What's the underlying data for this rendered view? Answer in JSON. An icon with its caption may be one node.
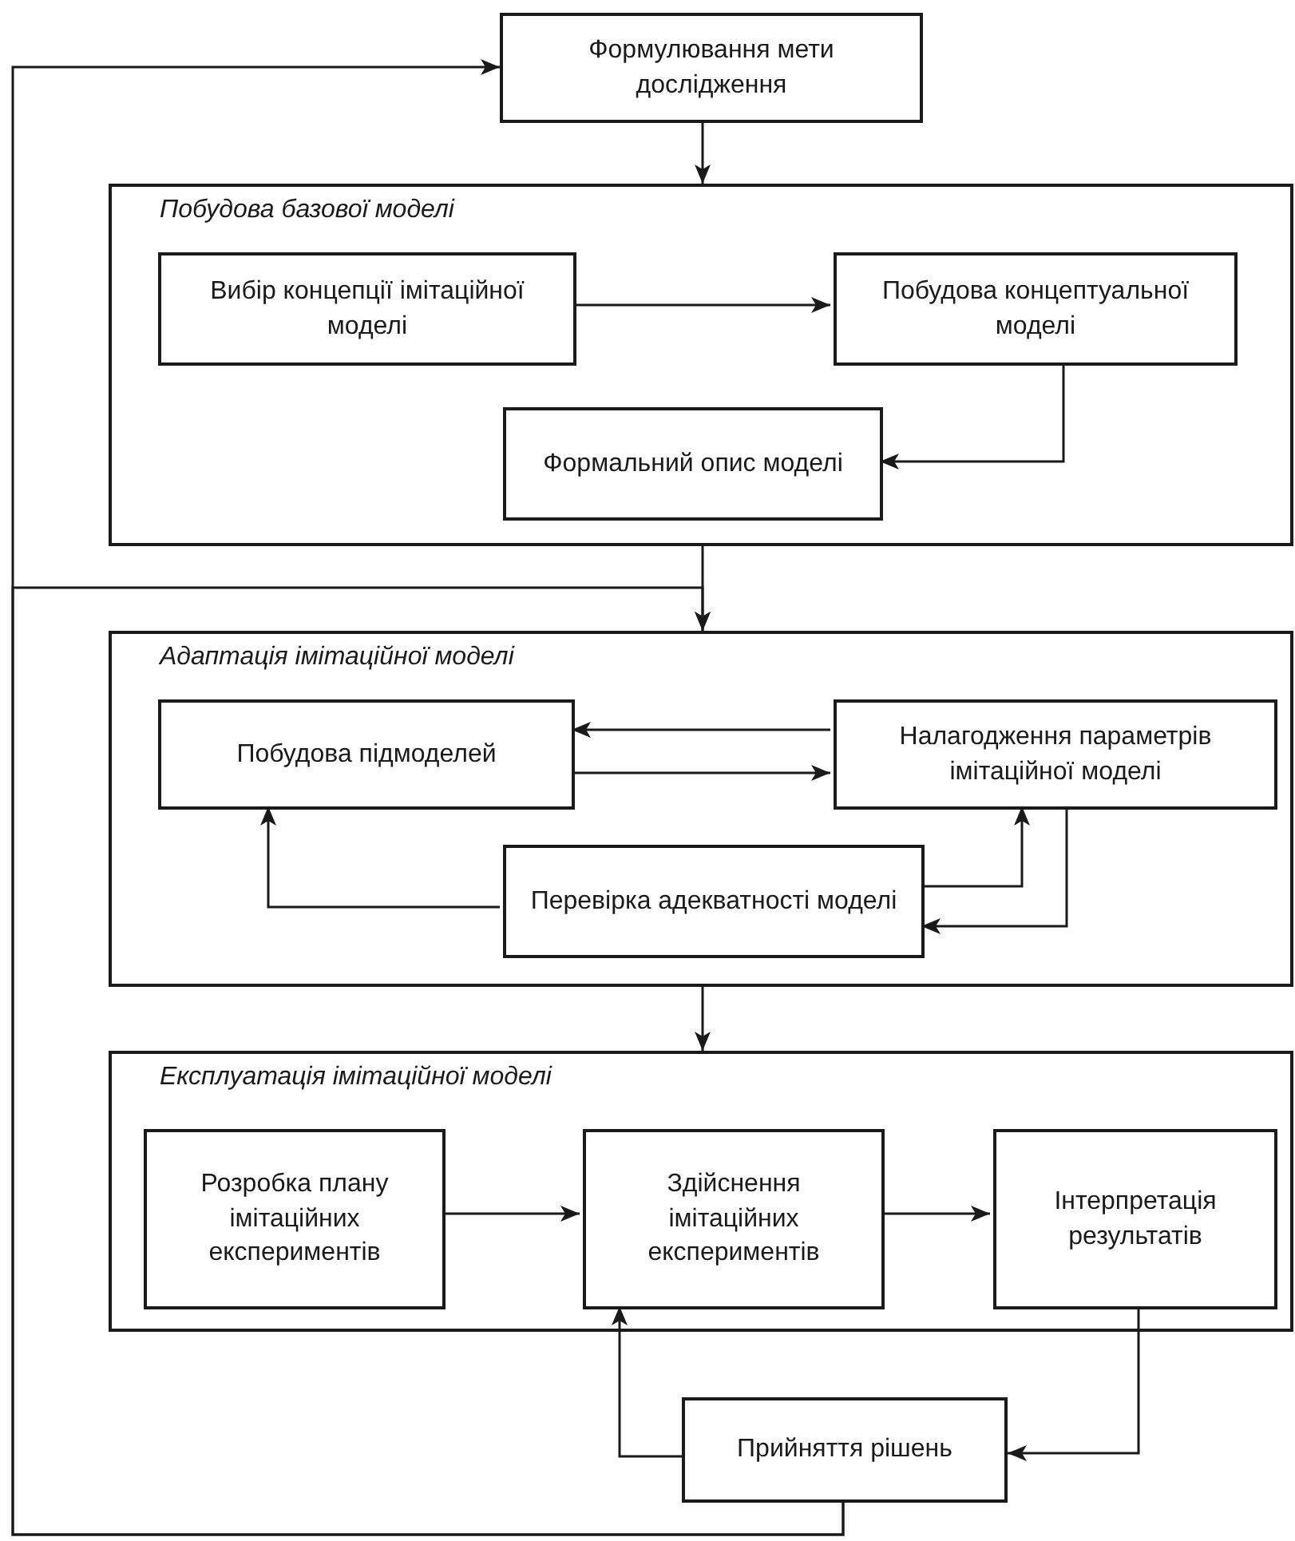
{
  "diagram": {
    "nodes": [
      {
        "text": [
          "Формулювання мети дослідження"
        ]
      },
      {
        "text": [
          "Побудова базової моделі"
        ]
      },
      {
        "text": [
          "Вибір концепції імітаційної моделі"
        ],
        "in": 1
      },
      {
        "text": [
          "Побудова концептуальної моделі"
        ],
        "in": 1
      },
      {
        "text": [
          "Формальний опис моделі"
        ],
        "in": 1
      },
      {
        "text": [
          "Адаптація імітаційної моделі"
        ]
      },
      {
        "text": [
          "Побудова підмоделей"
        ],
        "in": 5
      },
      {
        "text": [
          "Налагодження параметрів імітаційної моделі"
        ],
        "in": 5
      },
      {
        "text": [
          "Перевірка адекватності моделі"
        ],
        "in": 5
      },
      {
        "text": [
          "Експлуатація імітаційної моделі"
        ]
      },
      {
        "text": [
          "Розробка плану імітаційних експериментів"
        ],
        "in": 9
      },
      {
        "text": [
          "Здійснення імітаційних експериментів"
        ],
        "in": 9
      },
      {
        "text": [
          "Інтерпретація результатів"
        ],
        "in": 9
      },
      {
        "text": [
          "Прийняття рішень"
        ]
      }
    ],
    "edges": [
      {
        "from": 0,
        "to": 1,
        "arrow": "to"
      },
      {
        "from": 2,
        "to": 3,
        "arrow": "to"
      },
      {
        "from": 3,
        "to": 4,
        "arrow": "to"
      },
      {
        "from": 1,
        "to": 5,
        "arrow": "to"
      },
      {
        "from": 7,
        "to": 6,
        "arrow": "to"
      },
      {
        "from": 6,
        "to": 7,
        "arrow": "to"
      },
      {
        "from": 8,
        "to": 6,
        "arrow": "to"
      },
      {
        "from": 8,
        "to": 7,
        "arrow": "to"
      },
      {
        "from": 7,
        "to": 8,
        "arrow": "to"
      },
      {
        "from": 5,
        "to": 9,
        "arrow": "to"
      },
      {
        "from": 10,
        "to": 11,
        "arrow": "to"
      },
      {
        "from": 11,
        "to": 12,
        "arrow": "to"
      },
      {
        "from": 12,
        "to": 13,
        "arrow": "to"
      },
      {
        "from": 13,
        "to": 11,
        "arrow": "to"
      },
      {
        "from": 13,
        "to": 0,
        "arrow": "to"
      },
      {
        "from": 13,
        "to": 5,
        "arrow": "to"
      }
    ]
  }
}
